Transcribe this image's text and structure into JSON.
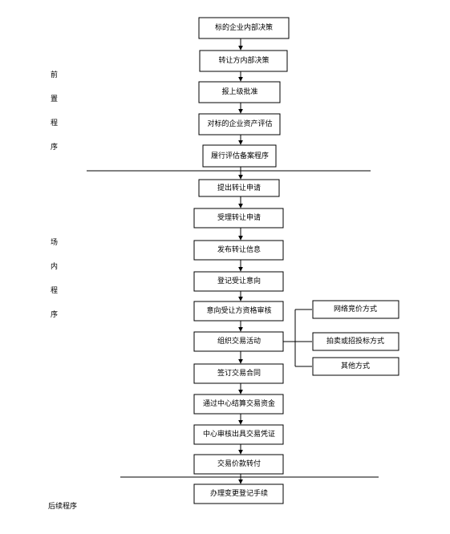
{
  "main_steps": [
    "标的企业内部决策",
    "转让方内部决策",
    "报上级批准",
    "对标的企业资产评估",
    "履行评估备案程序",
    "提出转让申请",
    "受理转让申请",
    "发布转让信息",
    "登记受让意向",
    "意向受让方资格审核",
    "组织交易活动",
    "签订交易合同",
    "通过中心结算交易资金",
    "中心审核出具交易凭证",
    "交易价款转付",
    "办理变更登记手续"
  ],
  "trade_methods": [
    "网络竞价方式",
    "拍卖或招投标方式",
    "其他方式"
  ],
  "stages": {
    "pre": [
      "前",
      "置",
      "程",
      "序"
    ],
    "onsite": [
      "场",
      "内",
      "程",
      "序"
    ],
    "post": "后续程序"
  }
}
